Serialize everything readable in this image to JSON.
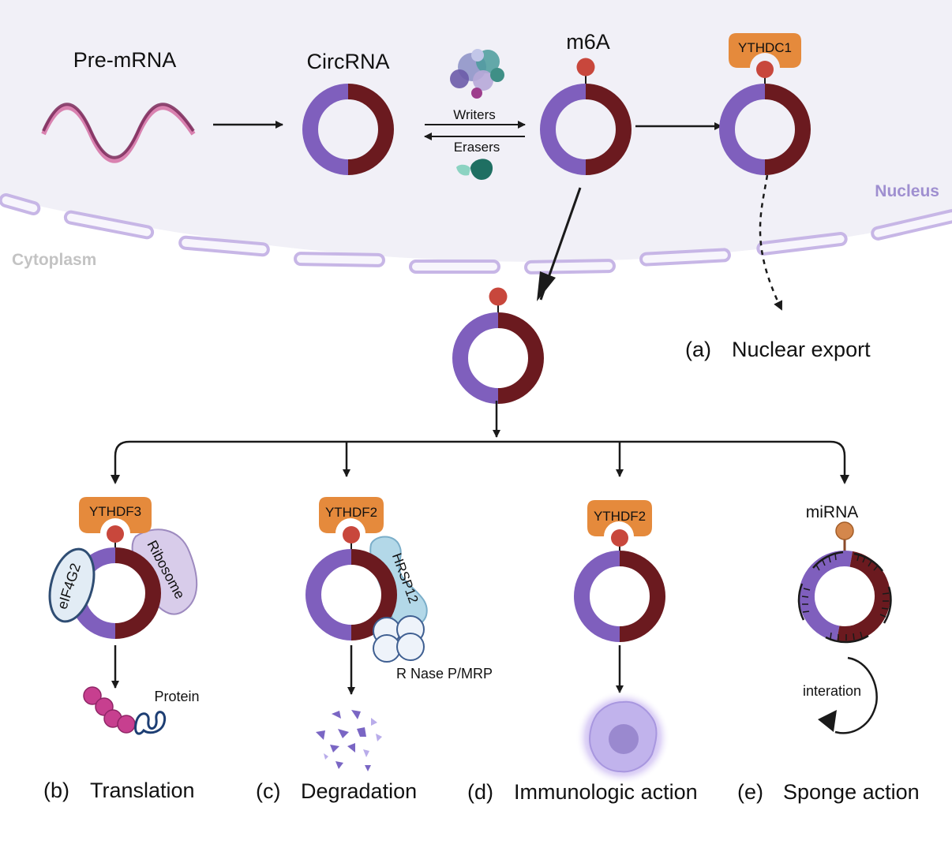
{
  "compartments": {
    "nucleus": "Nucleus",
    "cytoplasm": "Cytoplasm"
  },
  "labels": {
    "pre_mrna": "Pre-mRNA",
    "circrna": "CircRNA",
    "m6a": "m6A",
    "writers": "Writers",
    "erasers": "Erasers"
  },
  "proteins": {
    "ythdc1": "YTHDC1",
    "ythdf3": "YTHDF3",
    "ythdf2_c": "YTHDF2",
    "ythdf2_d": "YTHDF2",
    "eif4g2": "eIF4G2",
    "ribosome": "Ribosome",
    "hrsp12": "HRSP12",
    "rnase": "R Nase P/MRP",
    "protein": "Protein",
    "mirna": "miRNA",
    "interation": "interation"
  },
  "outcomes": {
    "a": {
      "letter": "(a)",
      "label": "Nuclear export"
    },
    "b": {
      "letter": "(b)",
      "label": "Translation"
    },
    "c": {
      "letter": "(c)",
      "label": "Degradation"
    },
    "d": {
      "letter": "(d)",
      "label": "Immunologic action"
    },
    "e": {
      "letter": "(e)",
      "label": "Sponge action"
    }
  },
  "colors": {
    "purple": "#7f5fbd",
    "maroon": "#6b1a1f",
    "m6a_dot": "#c8473c",
    "ythd_box": "#e58a3c",
    "nucleus_bg": "#f1f0f7",
    "membrane": "#c7b6e6",
    "pink_rna": "#b6336e",
    "mirna_dot": "#d4874c"
  }
}
